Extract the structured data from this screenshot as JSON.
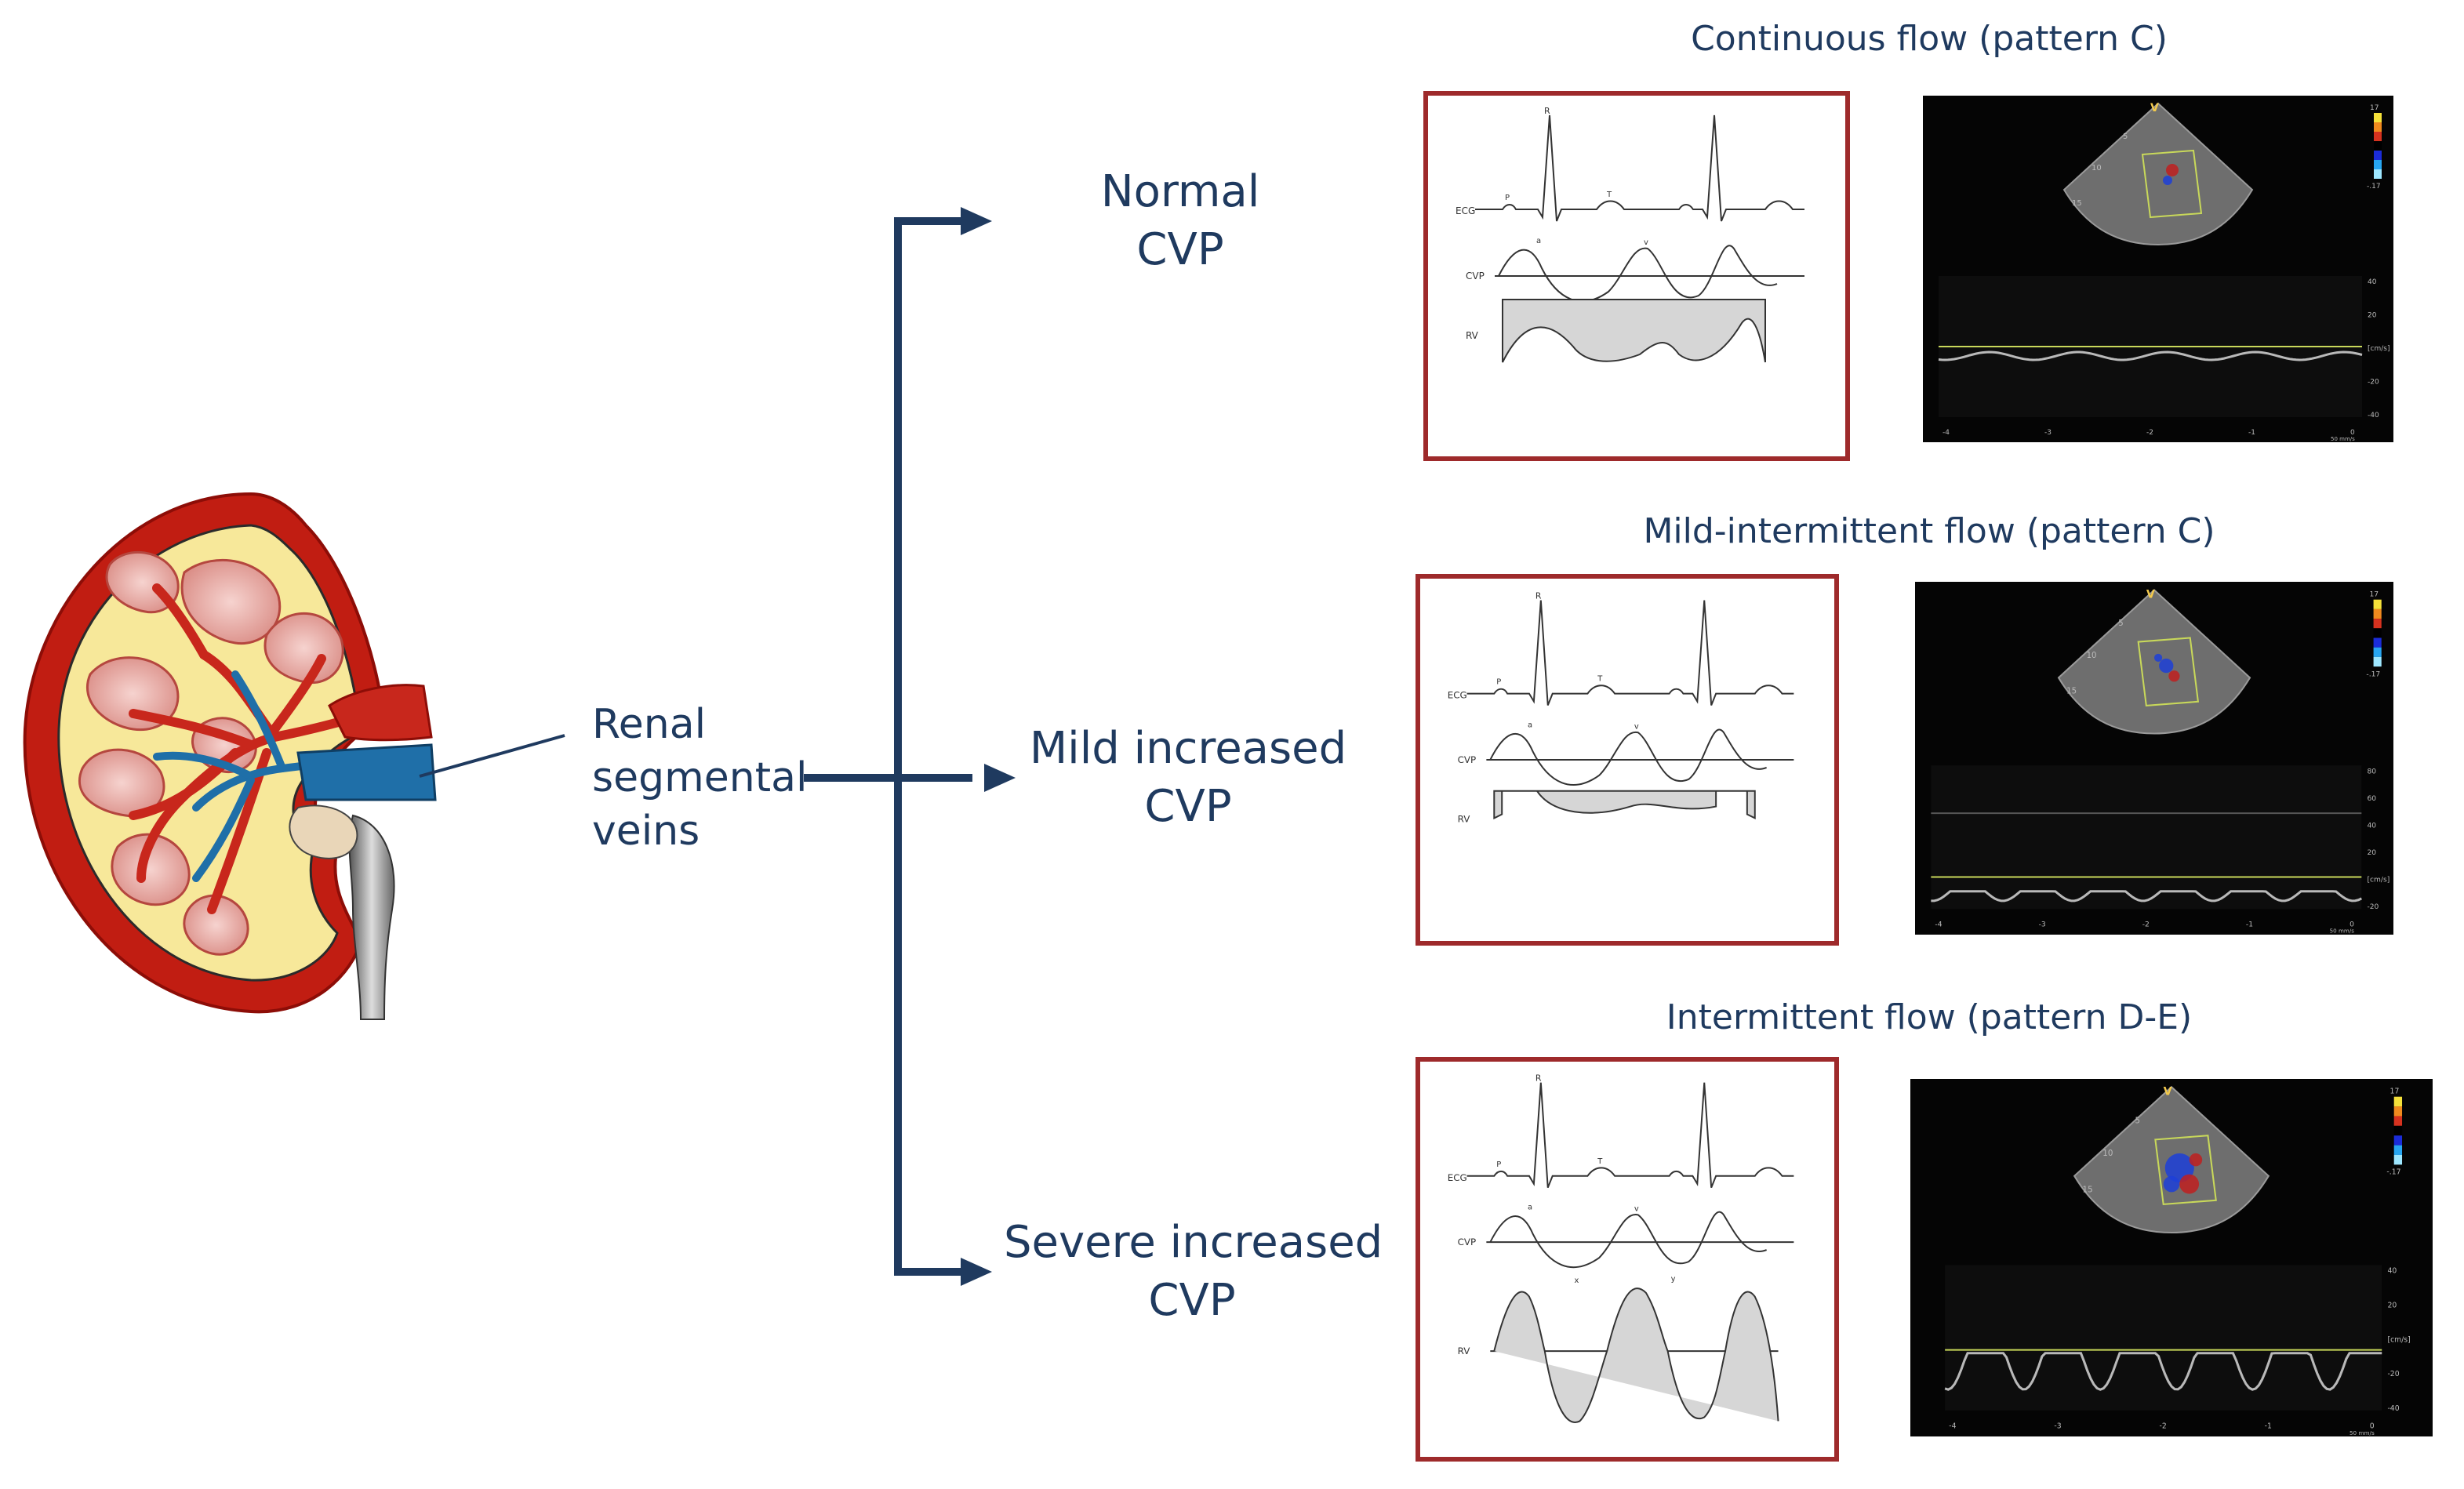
{
  "source": {
    "label_lines": [
      "Renal",
      "segmental",
      "veins"
    ]
  },
  "branches": [
    {
      "cvp_label_lines": [
        "Normal",
        "CVP"
      ],
      "flow_title": "Continuous flow (pattern C)",
      "rv_waveform": "continuous",
      "doppler_scale": [
        "40",
        "20",
        "[cm/s]",
        "-20",
        "-40"
      ]
    },
    {
      "cvp_label_lines": [
        "Mild increased",
        "CVP"
      ],
      "flow_title": "Mild-intermittent flow (pattern C)",
      "rv_waveform": "mild-intermittent",
      "doppler_scale": [
        "80",
        "60",
        "40",
        "20",
        "[cm/s]",
        "-20"
      ]
    },
    {
      "cvp_label_lines": [
        "Severe increased",
        "CVP"
      ],
      "flow_title": "Intermittent flow (pattern D-E)",
      "rv_waveform": "intermittent",
      "doppler_scale": [
        "40",
        "20",
        "[cm/s]",
        "-20",
        "-40"
      ]
    }
  ],
  "ecg_panel_labels": {
    "ecg": "ECG",
    "cvp": "CVP",
    "rv": "RV",
    "r_wave": "R",
    "p_wave": "P",
    "t_wave": "T",
    "a_wave": "a",
    "v_wave": "v",
    "x_descent": "x",
    "y_descent": "y"
  },
  "ultrasound_labels": {
    "probe_mark": "V",
    "depth_ticks": [
      "5",
      "10",
      "15"
    ],
    "color_scale_top": "17",
    "color_scale_bottom": "-.17",
    "time_ticks": [
      "-4",
      "-3",
      "-2",
      "-1",
      "0"
    ],
    "sweep_speed": "50 mm/s"
  },
  "colors": {
    "text": "#1f3a5f",
    "arrow": "#1f3a5f",
    "ecg_box_border": "#9e2a2b",
    "doppler_baseline": "#c8d85a"
  }
}
